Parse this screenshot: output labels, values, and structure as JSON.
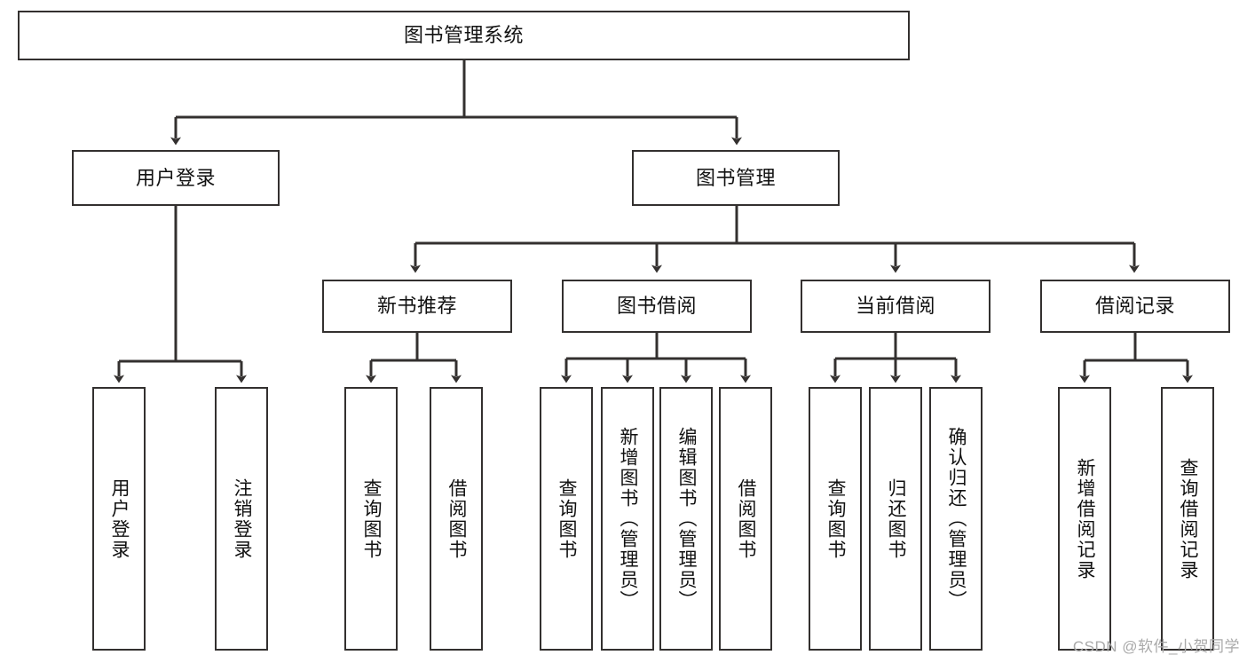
{
  "diagram": {
    "title": "图书管理系统",
    "type": "tree-hierarchy",
    "watermark": "CSDN @软件_小贺同学",
    "stroke_color": "#33302f",
    "fill_color": "#ffffff",
    "text_color": "#111111"
  },
  "nodes": {
    "root": {
      "label": "图书管理系统"
    },
    "level2": [
      {
        "label": "用户登录"
      },
      {
        "label": "图书管理"
      }
    ],
    "level3": [
      {
        "label": "新书推荐"
      },
      {
        "label": "图书借阅"
      },
      {
        "label": "当前借阅"
      },
      {
        "label": "借阅记录"
      }
    ],
    "leaves": {
      "user_login": [
        {
          "label": "用户登录"
        },
        {
          "label": "注销登录"
        }
      ],
      "new_book_recommend": [
        {
          "label": "查询图书"
        },
        {
          "label": "借阅图书"
        }
      ],
      "book_borrow": [
        {
          "label": "查询图书"
        },
        {
          "label": "新增图书（管理员）"
        },
        {
          "label": "编辑图书（管理员）"
        },
        {
          "label": "借阅图书"
        }
      ],
      "current_borrow": [
        {
          "label": "查询图书"
        },
        {
          "label": "归还图书"
        },
        {
          "label": "确认归还（管理员）"
        }
      ],
      "borrow_record": [
        {
          "label": "新增借阅记录"
        },
        {
          "label": "查询借阅记录"
        }
      ]
    }
  }
}
